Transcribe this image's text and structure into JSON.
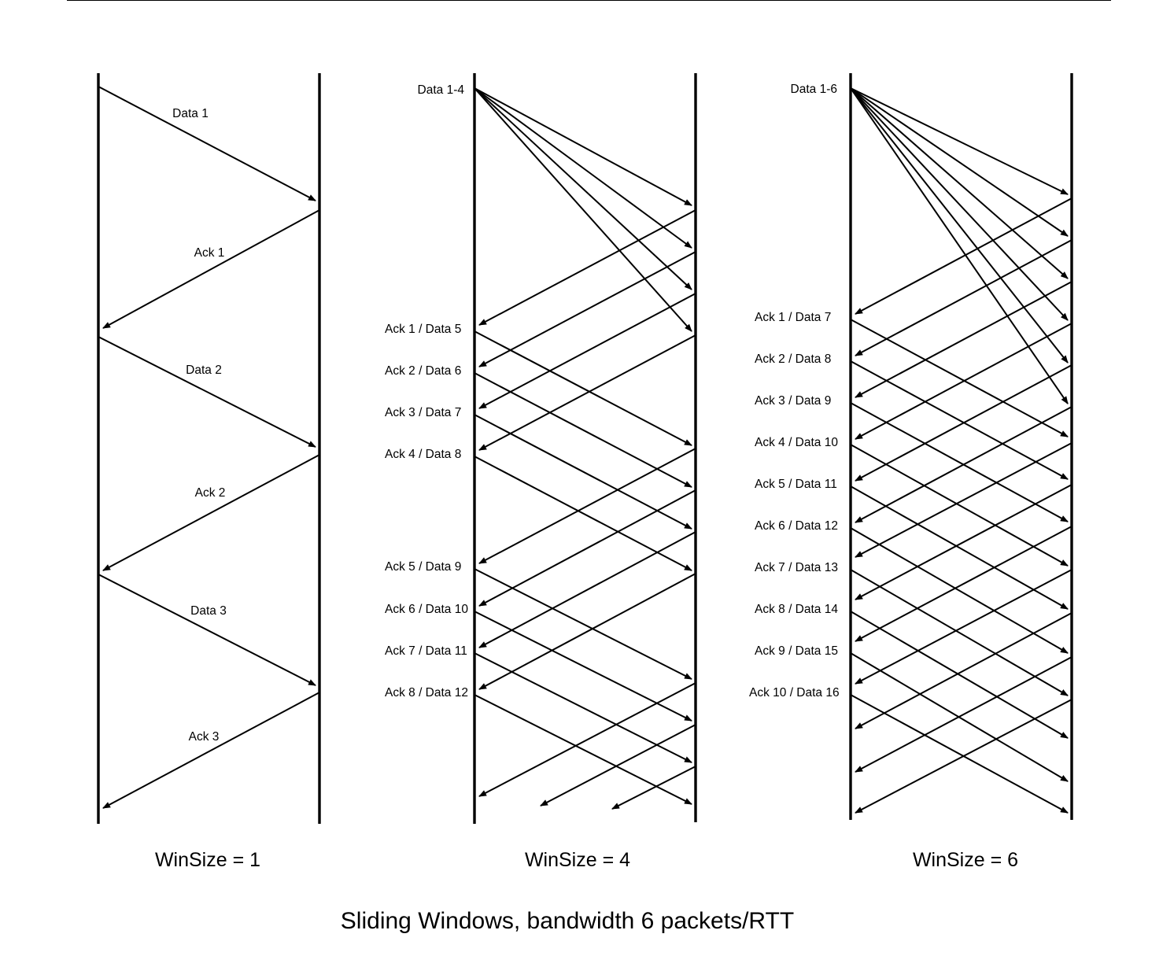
{
  "figure": {
    "title": "Sliding Windows, bandwidth 6 packets/RTT"
  },
  "panels": [
    {
      "caption": "WinSize = 1",
      "labels": [
        "Data 1",
        "Ack 1",
        "Data 2",
        "Ack 2",
        "Data 3",
        "Ack 3"
      ]
    },
    {
      "caption": "WinSize = 4",
      "labels": [
        "Data 1-4",
        "Ack 1 / Data 5",
        "Ack 2 / Data 6",
        "Ack 3 / Data 7",
        "Ack 4 / Data 8",
        "Ack 5 / Data 9",
        "Ack 6 / Data 10",
        "Ack 7 / Data 11",
        "Ack 8 / Data 12"
      ]
    },
    {
      "caption": "WinSize = 6",
      "labels": [
        "Data 1-6",
        "Ack 1 / Data 7",
        "Ack 2 / Data 8",
        "Ack 3 / Data 9",
        "Ack 4 / Data 10",
        "Ack 5 / Data 11",
        "Ack 6 / Data 12",
        "Ack 7 / Data 13",
        "Ack 8 / Data 14",
        "Ack 9 / Data 15",
        "Ack 10 / Data 16"
      ]
    }
  ],
  "colors": {
    "line": "#000000",
    "background": "#ffffff"
  }
}
